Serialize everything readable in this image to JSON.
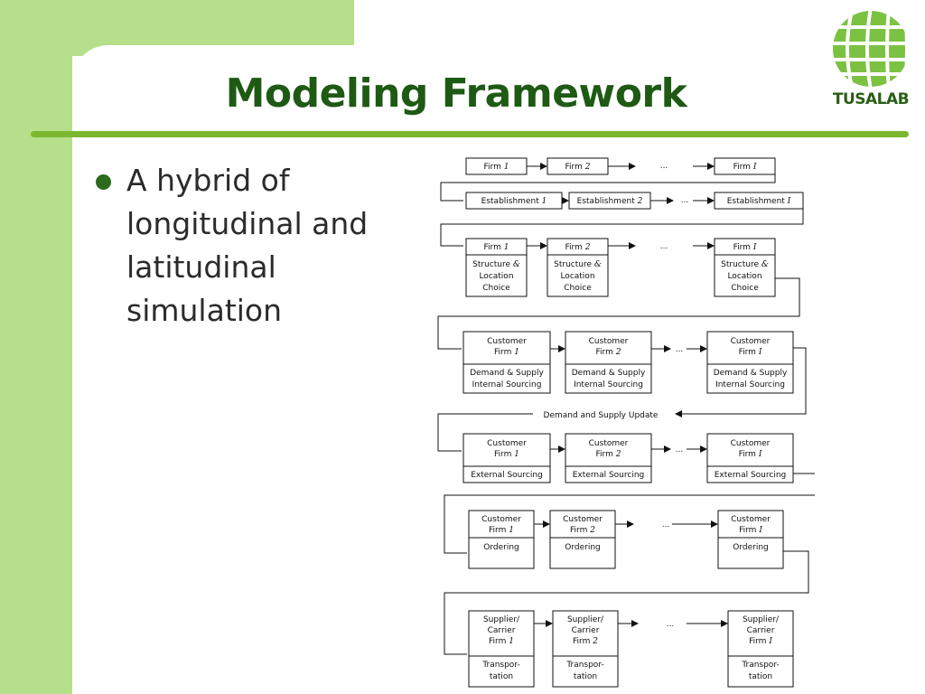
{
  "slide": {
    "title": "Modeling Framework",
    "bullets": [
      "A hybrid of longitudinal and latitudinal simulation"
    ]
  },
  "logo": {
    "name": "TUSALAB",
    "icon": "globe-icon",
    "color": "#7cc242"
  },
  "colors": {
    "sidebar": "#b5df8b",
    "accent": "#7cb82f",
    "title": "#1e5a14"
  },
  "diagram": {
    "ellipsis": "...",
    "row1": {
      "boxes": [
        "Firm 1",
        "Firm 2",
        "Firm I"
      ]
    },
    "row2": {
      "boxes": [
        "Establishment 1",
        "Establishment 2",
        "Establishment I"
      ]
    },
    "row3": {
      "heads": [
        "Firm 1",
        "Firm 2",
        "Firm I"
      ],
      "body": [
        "Structure &",
        "Location",
        "Choice"
      ]
    },
    "row4": {
      "heads": [
        [
          "Customer",
          "Firm 1"
        ],
        [
          "Customer",
          "Firm 2"
        ],
        [
          "Customer",
          "Firm I"
        ]
      ],
      "body": [
        "Demand & Supply",
        "Internal Sourcing"
      ]
    },
    "update_label": "Demand and Supply Update",
    "row5": {
      "heads": [
        [
          "Customer",
          "Firm 1"
        ],
        [
          "Customer",
          "Firm 2"
        ],
        [
          "Customer",
          "Firm I"
        ]
      ],
      "body": [
        "External Sourcing"
      ]
    },
    "row6": {
      "heads": [
        [
          "Customer",
          "Firm 1"
        ],
        [
          "Customer",
          "Firm 2"
        ],
        [
          "Customer",
          "Firm I"
        ]
      ],
      "body": [
        "Ordering"
      ]
    },
    "row7": {
      "heads": [
        [
          "Supplier/",
          "Carrier",
          "Firm 1"
        ],
        [
          "Supplier/",
          "Carrier",
          "Firm 2"
        ],
        [
          "Supplier/",
          "Carrier",
          "Firm I"
        ]
      ],
      "body": [
        "Transpor-",
        "tation"
      ]
    }
  }
}
